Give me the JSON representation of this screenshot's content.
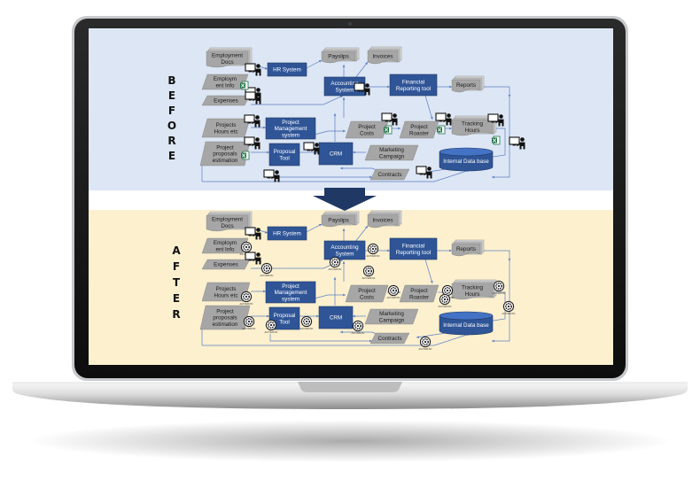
{
  "before_letters": [
    "B",
    "E",
    "F",
    "O",
    "R",
    "E"
  ],
  "after_letters": [
    "A",
    "F",
    "T",
    "E",
    "R"
  ],
  "labels": {
    "employment_docs": [
      "Employment",
      "Docs"
    ],
    "employment_info": [
      "Employm",
      "ent Info"
    ],
    "expenses": [
      "Expenses"
    ],
    "projects_hours": [
      "Projects",
      "Hours etc"
    ],
    "project_proposals": [
      "Project",
      "proposals",
      "estimation"
    ],
    "hr_system": [
      "HR System"
    ],
    "payslips": [
      "Payslips"
    ],
    "invoices": [
      "Invoices"
    ],
    "accounting_system": [
      "Accounting",
      "System"
    ],
    "financial_reporting": [
      "Financial",
      "Reporting tool"
    ],
    "reports": [
      "Reports"
    ],
    "project_management_before": [
      "Project",
      "Management",
      "system"
    ],
    "project_management_after": [
      "Project",
      "Management",
      "system"
    ],
    "project_costs": [
      "Project",
      "Costs"
    ],
    "project_roaster": [
      "Project",
      "Roaster"
    ],
    "tracking_hours": [
      "Tracking",
      "Hours"
    ],
    "proposal_tool": [
      "Proposal",
      "Tool"
    ],
    "crm": [
      "CRM"
    ],
    "marketing_campaign": [
      "Marketing",
      "Campaign"
    ],
    "internal_db": [
      "Internal Data base"
    ],
    "contracts": [
      "Contracts"
    ]
  },
  "automatic_label": "AUTOMATIC",
  "colors": {
    "before_bg": "#dde6f4",
    "after_bg": "#fcf0cf",
    "process_blue": "#2f5597",
    "doc_gray": "#a6a6a6",
    "connector": "#5b7fc4",
    "arrow_navy": "#1f3864",
    "excel_green": "#1e7145"
  },
  "icons": {
    "manual": "person-at-computer-icon",
    "excel": "excel-icon",
    "automatic": "automation-gear-icon"
  }
}
